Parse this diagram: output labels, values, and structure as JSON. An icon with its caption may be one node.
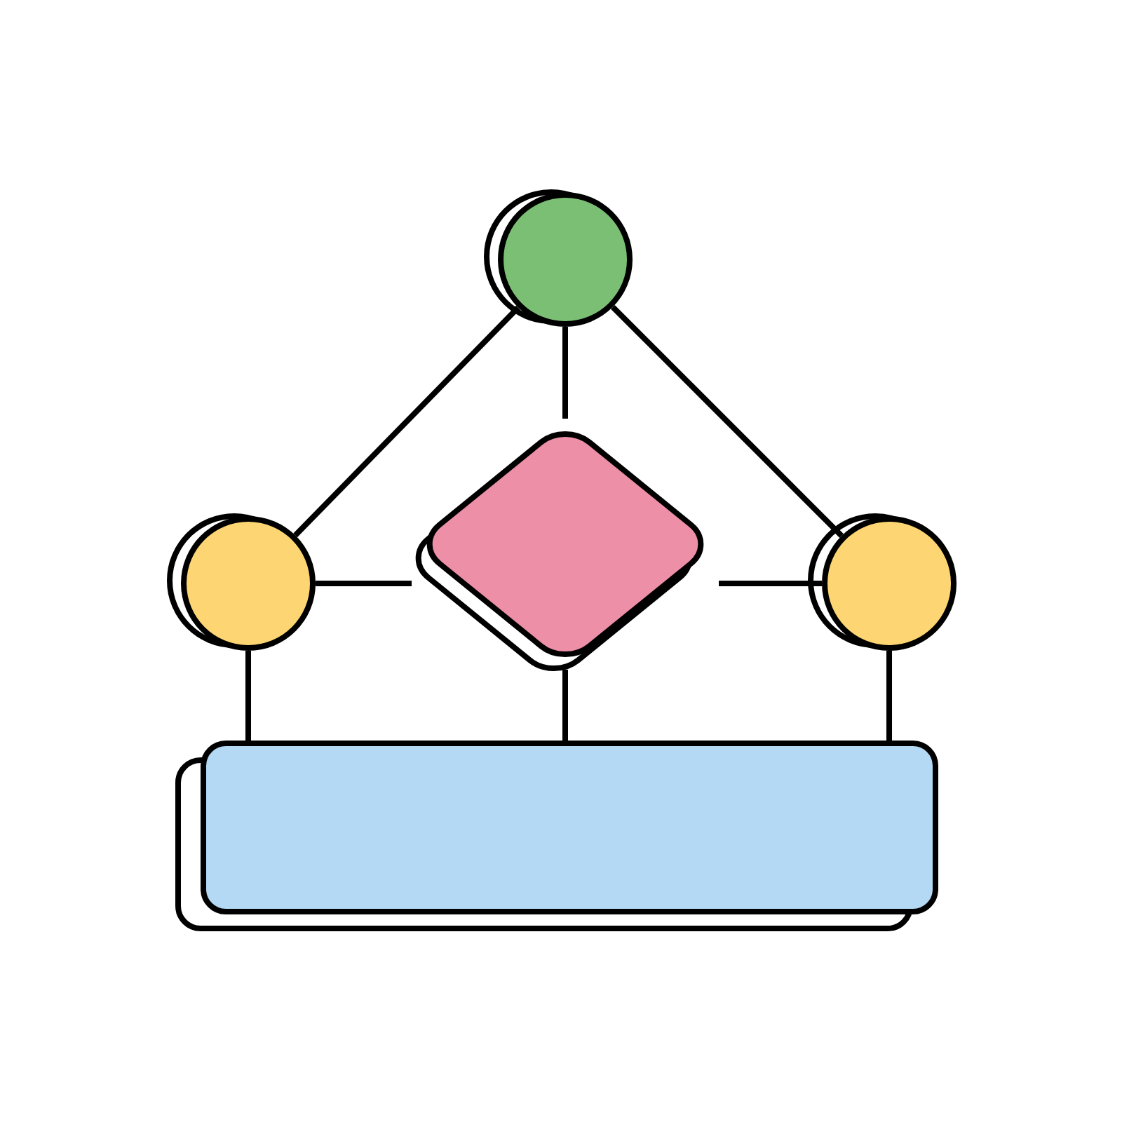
{
  "diagram": {
    "nodes": [
      {
        "text": [],
        "shape": "circle"
      },
      {
        "text": [],
        "shape": "circle"
      },
      {
        "text": [],
        "shape": "diamond"
      },
      {
        "text": [],
        "shape": "circle"
      },
      {
        "text": [],
        "shape": "box"
      }
    ],
    "edges": [
      {
        "from": 0,
        "to": 1,
        "arrow": "none"
      },
      {
        "from": 0,
        "to": 2,
        "arrow": "none"
      },
      {
        "from": 0,
        "to": 3,
        "arrow": "none"
      },
      {
        "from": 1,
        "to": 2,
        "arrow": "none"
      },
      {
        "from": 2,
        "to": 3,
        "arrow": "none"
      },
      {
        "from": 1,
        "to": 4,
        "arrow": "none"
      },
      {
        "from": 2,
        "to": 4,
        "arrow": "none"
      },
      {
        "from": 3,
        "to": 4,
        "arrow": "none"
      }
    ]
  }
}
